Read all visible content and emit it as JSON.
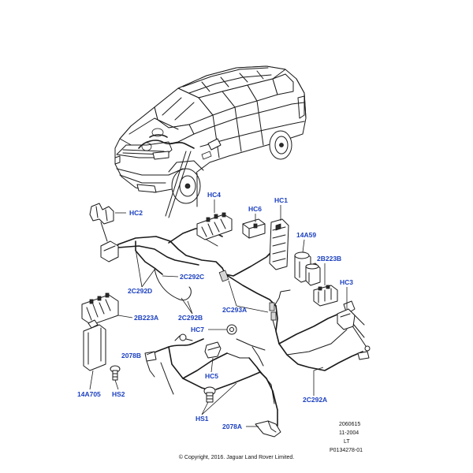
{
  "callouts": {
    "hc2": "HC2",
    "hc4": "HC4",
    "hc6": "HC6",
    "hc1": "HC1",
    "p14a59": "14A59",
    "p2b223b": "2B223B",
    "hc3": "HC3",
    "p2c292c": "2C292C",
    "p2c292d": "2C292D",
    "p2b223a": "2B223A",
    "p2c292b": "2C292B",
    "p2c293a": "2C293A",
    "hc7": "HC7",
    "p2078b": "2078B",
    "hc5": "HC5",
    "p2c292a": "2C292A",
    "p14a705": "14A705",
    "hs2": "HS2",
    "hs1": "HS1",
    "p2078a": "2078A"
  },
  "meta": {
    "code": "2060615",
    "date": "11-2004",
    "initials": "LT",
    "ref": "P0134278-01"
  },
  "copyright": "© Copyright, 2016. Jaguar Land Rover Limited."
}
